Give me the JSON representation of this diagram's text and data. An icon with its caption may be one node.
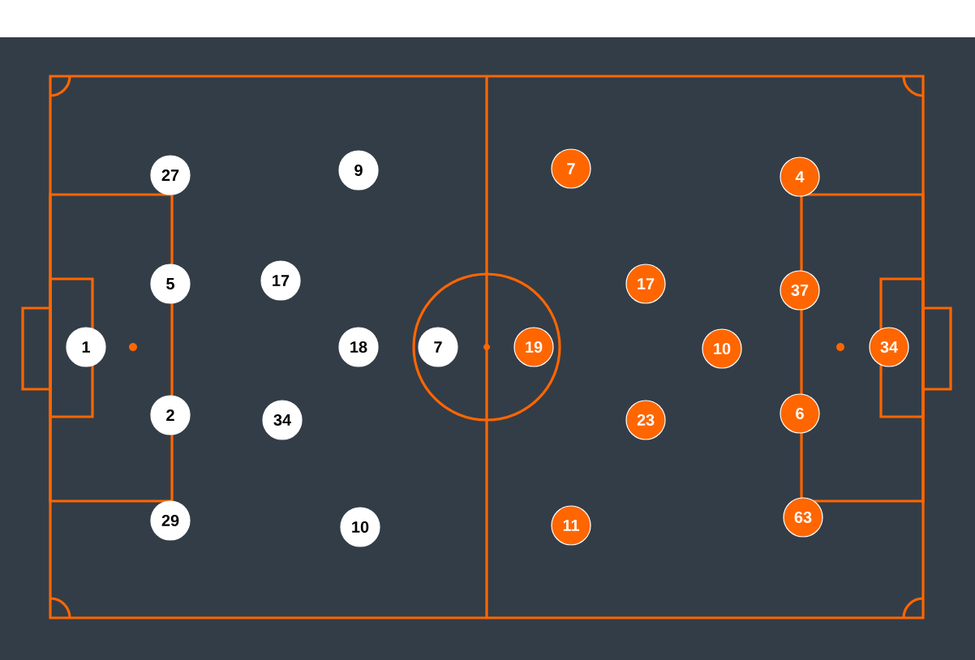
{
  "diagram": {
    "nodes": [
      {
        "text": [
          "1"
        ]
      },
      {
        "text": [
          "27"
        ]
      },
      {
        "text": [
          "5"
        ]
      },
      {
        "text": [
          "2"
        ]
      },
      {
        "text": [
          "29"
        ]
      },
      {
        "text": [
          "17"
        ]
      },
      {
        "text": [
          "34"
        ]
      },
      {
        "text": [
          "9"
        ]
      },
      {
        "text": [
          "18"
        ]
      },
      {
        "text": [
          "10"
        ]
      },
      {
        "text": [
          "7"
        ]
      },
      {
        "text": [
          "7"
        ]
      },
      {
        "text": [
          "19"
        ]
      },
      {
        "text": [
          "11"
        ]
      },
      {
        "text": [
          "17"
        ]
      },
      {
        "text": [
          "23"
        ]
      },
      {
        "text": [
          "10"
        ]
      },
      {
        "text": [
          "4"
        ]
      },
      {
        "text": [
          "37"
        ]
      },
      {
        "text": [
          "6"
        ]
      },
      {
        "text": [
          "63"
        ]
      },
      {
        "text": [
          "34"
        ]
      }
    ]
  }
}
